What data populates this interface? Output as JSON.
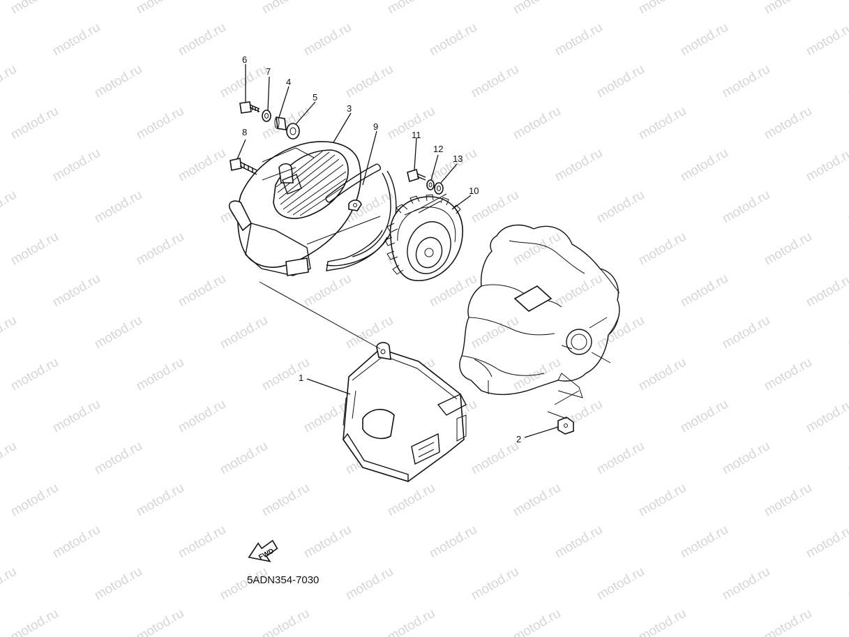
{
  "watermark": "motod.ru",
  "drawing_code": "5ADN354-7030",
  "fwd_label": "FWD",
  "callouts": {
    "c1": "1",
    "c2": "2",
    "c3": "3",
    "c4": "4",
    "c5": "5",
    "c6": "6",
    "c7": "7",
    "c8": "8",
    "c9": "9",
    "c10": "10",
    "c11": "11",
    "c12": "12",
    "c13": "13"
  },
  "colors": {
    "line": "#111111",
    "watermark": "#d6d6d6",
    "background": "#ffffff"
  }
}
